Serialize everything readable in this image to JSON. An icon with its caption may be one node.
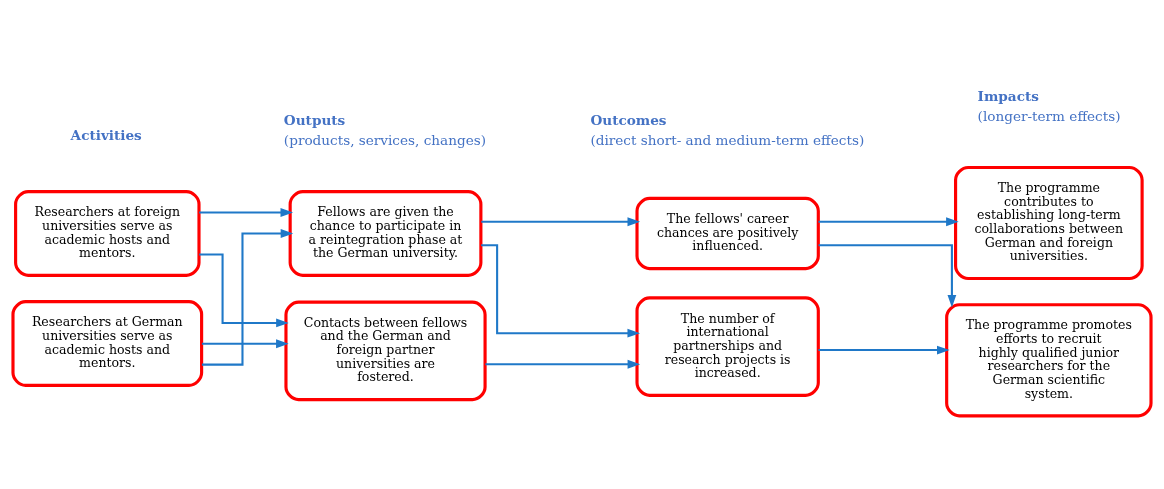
{
  "diagram": {
    "nodes": [
      {
        "text": [
          "Researchers at foreign universities serve as academic hosts and mentors."
        ]
      },
      {
        "text": [
          "Researchers at German universities serve as academic hosts and mentors."
        ]
      },
      {
        "text": [
          "Fellows are given the chance to participate in a reintegration phase at the German university."
        ]
      },
      {
        "text": [
          "Contacts between fellows and the German and foreign partner universities are fostered."
        ]
      },
      {
        "text": [
          "The fellows' career chances are positively influenced."
        ]
      },
      {
        "text": [
          "The number of international partnerships and research projects is increased."
        ]
      },
      {
        "text": [
          "The programme contributes to establishing long-term collaborations between German and foreign universities."
        ]
      },
      {
        "text": [
          "The programme promotes efforts to recruit highly qualified junior researchers for the German scientific system."
        ]
      }
    ],
    "edges": [
      {
        "from": 0,
        "to": 2,
        "arrow": "to"
      },
      {
        "from": 0,
        "to": 3,
        "arrow": "to"
      },
      {
        "from": 1,
        "to": 2,
        "arrow": "to"
      },
      {
        "from": 1,
        "to": 3,
        "arrow": "to"
      },
      {
        "from": 2,
        "to": 4,
        "arrow": "to"
      },
      {
        "from": 2,
        "to": 5,
        "arrow": "to"
      },
      {
        "from": 3,
        "to": 5,
        "arrow": "to"
      },
      {
        "from": 4,
        "to": 6,
        "arrow": "to"
      },
      {
        "from": 4,
        "to": 7,
        "arrow": "to"
      },
      {
        "from": 5,
        "to": 7,
        "arrow": "to"
      }
    ],
    "labels": [
      "Activities",
      "Outputs",
      "(products, services, changes)",
      "Outcomes",
      "(direct short- and medium-term effects)",
      "Impacts",
      "(longer-term effects)"
    ]
  }
}
